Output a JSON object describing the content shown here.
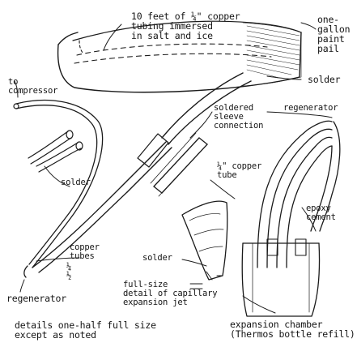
{
  "labels": {
    "copper_tubing_note": "10 feet of ¼\" copper\ntubing immersed\nin salt and ice",
    "paint_pail": "one-\ngallon\npaint\npail",
    "solder_top": "solder",
    "to_compressor": "to\ncompressor",
    "sleeve_connection": "soldered\nsleeve\nconnection",
    "regenerator_right": "regenerator",
    "solder_left": "solder",
    "copper_tube_quarter": "¼\" copper\ntube",
    "epoxy_cement": "epoxy\ncement",
    "copper_tubes": "copper\ntubes",
    "size_quarter": "¼",
    "size_half": "½",
    "solder_jet": "solder",
    "full_size_detail": "full-size\ndetail of capillary\nexpansion jet",
    "regenerator_bottom": "regenerator",
    "details_note": "details one-half full size\nexcept as noted",
    "expansion_chamber": "expansion chamber\n(Thermos bottle refill)"
  }
}
